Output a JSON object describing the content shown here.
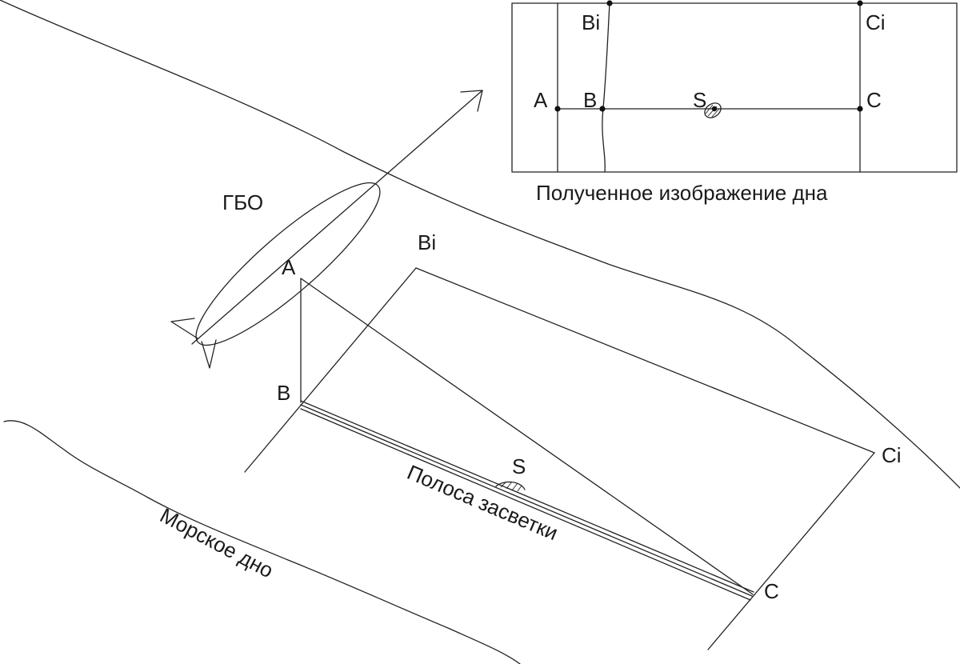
{
  "sonar": {
    "label": "ГБО"
  },
  "seafloor": {
    "label": "Морское дно"
  },
  "strip": {
    "label": "Полоса засветки"
  },
  "points": {
    "a": "A",
    "b": "B",
    "bi": "Bi",
    "s": "S",
    "c": "C",
    "ci": "Ci"
  },
  "inset": {
    "caption": "Полученное изображение дна",
    "a": "A",
    "b": "B",
    "bi": "Bi",
    "s": "S",
    "c": "C",
    "ci": "Ci"
  },
  "colors": {
    "line": "#222222",
    "background": "#ffffff"
  }
}
